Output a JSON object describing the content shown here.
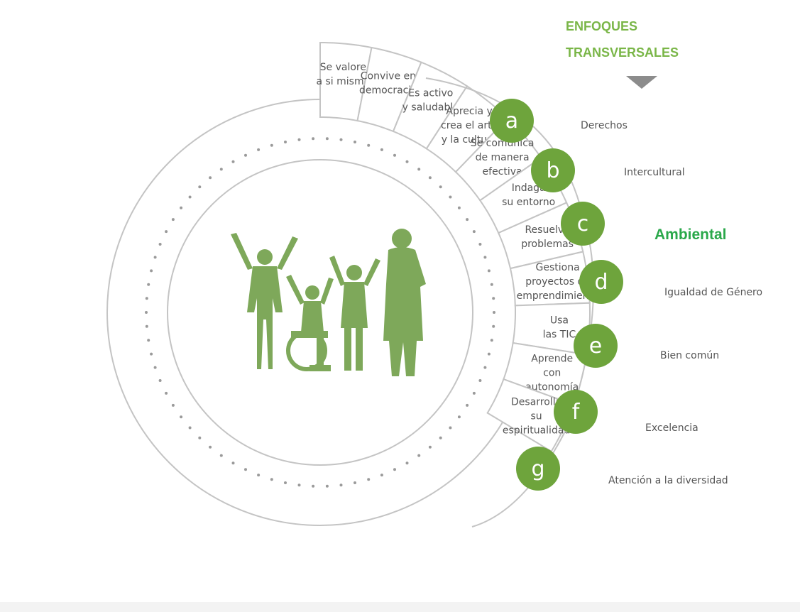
{
  "colors": {
    "line": "#c4c4c4",
    "dots": "#9a9a9a",
    "circle_fill": "#6ea43c",
    "figures": "#7ea85a",
    "heading": "#7ab648",
    "highlight": "#2aa84a",
    "text": "#555555",
    "arrow": "#8c8c8c"
  },
  "center": {
    "image": "family-figures-icon"
  },
  "competencies": [
    {
      "lines": [
        "Se valore",
        "a si mismo"
      ]
    },
    {
      "lines": [
        "Convive en",
        "democracia"
      ]
    },
    {
      "lines": [
        "Es activo",
        "y saludable"
      ]
    },
    {
      "lines": [
        "Aprecia y",
        "crea el arte",
        "y la cultura"
      ]
    },
    {
      "lines": [
        "Se comunica",
        "de manera",
        "efectiva"
      ]
    },
    {
      "lines": [
        "Indaga",
        "su entorno"
      ]
    },
    {
      "lines": [
        "Resuelve",
        "problemas"
      ]
    },
    {
      "lines": [
        "Gestiona",
        "proyectos de",
        "emprendimiento"
      ]
    },
    {
      "lines": [
        "Usa",
        "las TIC"
      ]
    },
    {
      "lines": [
        "Aprende",
        "con",
        "autonomía"
      ]
    },
    {
      "lines": [
        "Desarrolla",
        "su",
        "espiritualidad"
      ]
    }
  ],
  "approaches": {
    "heading": [
      "ENFOQUES",
      "TRANSVERSALES"
    ],
    "arrow_icon": "triangle-down-icon",
    "items": [
      {
        "letter": "a",
        "label": "Derechos",
        "highlight": false
      },
      {
        "letter": "b",
        "label": "Intercultural",
        "highlight": false
      },
      {
        "letter": "c",
        "label": "Ambiental",
        "highlight": true
      },
      {
        "letter": "d",
        "label": "Igualdad de Género",
        "highlight": false
      },
      {
        "letter": "e",
        "label": "Bien común",
        "highlight": false
      },
      {
        "letter": "f",
        "label": "Excelencia",
        "highlight": false
      },
      {
        "letter": "g",
        "label": "Atención a la diversidad",
        "highlight": false
      }
    ]
  }
}
